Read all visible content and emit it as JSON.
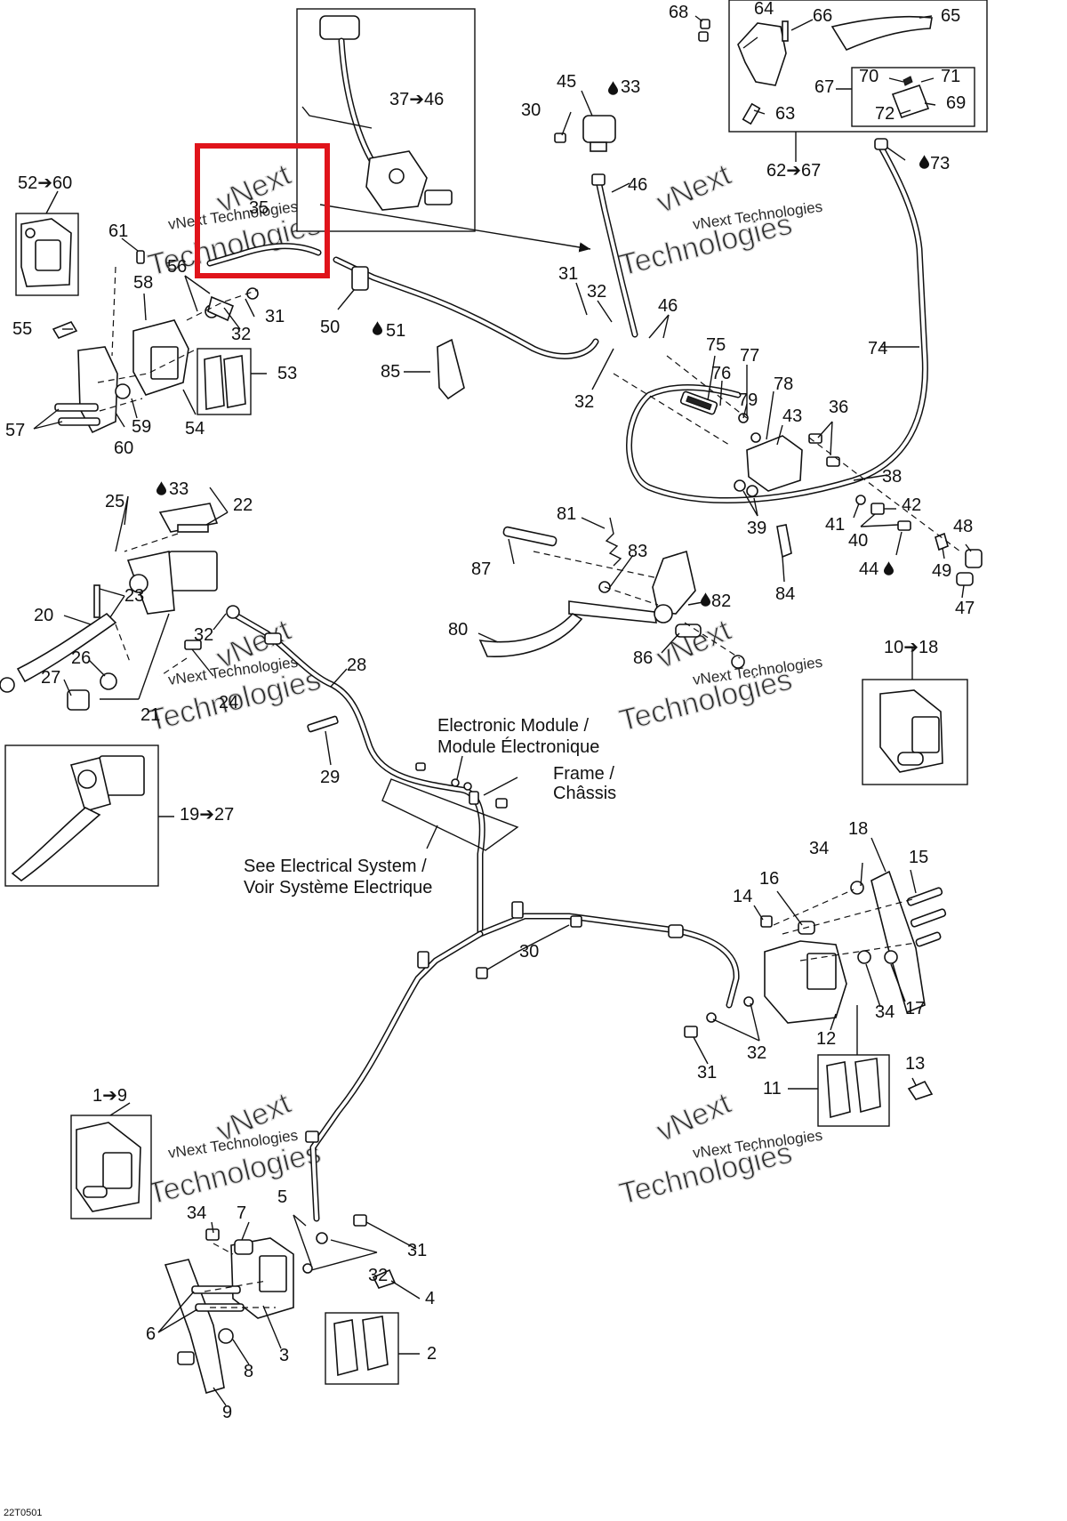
{
  "callouts": [
    {
      "id": "c-1-9",
      "text": "1➔9"
    },
    {
      "id": "c-2",
      "text": "2"
    },
    {
      "id": "c-3",
      "text": "3"
    },
    {
      "id": "c-4",
      "text": "4"
    },
    {
      "id": "c-5",
      "text": "5"
    },
    {
      "id": "c-6",
      "text": "6"
    },
    {
      "id": "c-7",
      "text": "7"
    },
    {
      "id": "c-8",
      "text": "8"
    },
    {
      "id": "c-9",
      "text": "9"
    },
    {
      "id": "c-10-18",
      "text": "10➔18"
    },
    {
      "id": "c-11",
      "text": "11"
    },
    {
      "id": "c-12",
      "text": "12"
    },
    {
      "id": "c-13",
      "text": "13"
    },
    {
      "id": "c-14",
      "text": "14"
    },
    {
      "id": "c-15",
      "text": "15"
    },
    {
      "id": "c-16",
      "text": "16"
    },
    {
      "id": "c-17",
      "text": "17"
    },
    {
      "id": "c-18",
      "text": "18"
    },
    {
      "id": "c-19-27",
      "text": "19➔27"
    },
    {
      "id": "c-20",
      "text": "20"
    },
    {
      "id": "c-21",
      "text": "21"
    },
    {
      "id": "c-22",
      "text": "22"
    },
    {
      "id": "c-23",
      "text": "23"
    },
    {
      "id": "c-24",
      "text": "24"
    },
    {
      "id": "c-25",
      "text": "25"
    },
    {
      "id": "c-26",
      "text": "26"
    },
    {
      "id": "c-27",
      "text": "27"
    },
    {
      "id": "c-28",
      "text": "28"
    },
    {
      "id": "c-29",
      "text": "29"
    },
    {
      "id": "c-30-a",
      "text": "30"
    },
    {
      "id": "c-30-b",
      "text": "30"
    },
    {
      "id": "c-31-a",
      "text": "31"
    },
    {
      "id": "c-31-b",
      "text": "31"
    },
    {
      "id": "c-31-c",
      "text": "31"
    },
    {
      "id": "c-31-d",
      "text": "31"
    },
    {
      "id": "c-32-a",
      "text": "32"
    },
    {
      "id": "c-32-b",
      "text": "32"
    },
    {
      "id": "c-32-c",
      "text": "32"
    },
    {
      "id": "c-32-d",
      "text": "32"
    },
    {
      "id": "c-32-e",
      "text": "32"
    },
    {
      "id": "c-32-f",
      "text": "32"
    },
    {
      "id": "c-33-a",
      "text": "33"
    },
    {
      "id": "c-33-b",
      "text": "33"
    },
    {
      "id": "c-34-a",
      "text": "34"
    },
    {
      "id": "c-34-b",
      "text": "34"
    },
    {
      "id": "c-34-c",
      "text": "34"
    },
    {
      "id": "c-35",
      "text": "35"
    },
    {
      "id": "c-36",
      "text": "36"
    },
    {
      "id": "c-37-46",
      "text": "37➔46"
    },
    {
      "id": "c-38",
      "text": "38"
    },
    {
      "id": "c-39",
      "text": "39"
    },
    {
      "id": "c-40",
      "text": "40"
    },
    {
      "id": "c-41",
      "text": "41"
    },
    {
      "id": "c-42",
      "text": "42"
    },
    {
      "id": "c-43",
      "text": "43"
    },
    {
      "id": "c-44",
      "text": "44"
    },
    {
      "id": "c-45",
      "text": "45"
    },
    {
      "id": "c-46-a",
      "text": "46"
    },
    {
      "id": "c-46-b",
      "text": "46"
    },
    {
      "id": "c-47",
      "text": "47"
    },
    {
      "id": "c-48",
      "text": "48"
    },
    {
      "id": "c-49",
      "text": "49"
    },
    {
      "id": "c-50",
      "text": "50"
    },
    {
      "id": "c-51",
      "text": "51"
    },
    {
      "id": "c-52-60",
      "text": "52➔60"
    },
    {
      "id": "c-53",
      "text": "53"
    },
    {
      "id": "c-54",
      "text": "54"
    },
    {
      "id": "c-55",
      "text": "55"
    },
    {
      "id": "c-56",
      "text": "56"
    },
    {
      "id": "c-57",
      "text": "57"
    },
    {
      "id": "c-58",
      "text": "58"
    },
    {
      "id": "c-59",
      "text": "59"
    },
    {
      "id": "c-60",
      "text": "60"
    },
    {
      "id": "c-61",
      "text": "61"
    },
    {
      "id": "c-62-67",
      "text": "62➔67"
    },
    {
      "id": "c-63",
      "text": "63"
    },
    {
      "id": "c-64",
      "text": "64"
    },
    {
      "id": "c-65",
      "text": "65"
    },
    {
      "id": "c-66",
      "text": "66"
    },
    {
      "id": "c-67",
      "text": "67"
    },
    {
      "id": "c-68",
      "text": "68"
    },
    {
      "id": "c-69",
      "text": "69"
    },
    {
      "id": "c-70",
      "text": "70"
    },
    {
      "id": "c-71",
      "text": "71"
    },
    {
      "id": "c-72",
      "text": "72"
    },
    {
      "id": "c-73",
      "text": "73"
    },
    {
      "id": "c-74",
      "text": "74"
    },
    {
      "id": "c-75",
      "text": "75"
    },
    {
      "id": "c-76",
      "text": "76"
    },
    {
      "id": "c-77",
      "text": "77"
    },
    {
      "id": "c-78",
      "text": "78"
    },
    {
      "id": "c-79",
      "text": "79"
    },
    {
      "id": "c-80",
      "text": "80"
    },
    {
      "id": "c-81",
      "text": "81"
    },
    {
      "id": "c-82",
      "text": "82"
    },
    {
      "id": "c-83",
      "text": "83"
    },
    {
      "id": "c-84",
      "text": "84"
    },
    {
      "id": "c-85",
      "text": "85"
    },
    {
      "id": "c-86",
      "text": "86"
    },
    {
      "id": "c-87",
      "text": "87"
    }
  ],
  "notes": {
    "electronic_module_line1": "Electronic Module /",
    "electronic_module_line2": "Module Électronique",
    "frame_line1": "Frame /",
    "frame_line2": "Châssis",
    "see_electrical_line1": "See Electrical System /",
    "see_electrical_line2": "Voir Système Electrique"
  },
  "watermark": {
    "brand": "vNext Technologies",
    "big_word": "Technologies",
    "small_word": "vNext"
  },
  "drawing_code": "22T0501",
  "highlight_color": "#e0141b",
  "icons": [
    "oil-drop-icon",
    "arrow-icon"
  ]
}
